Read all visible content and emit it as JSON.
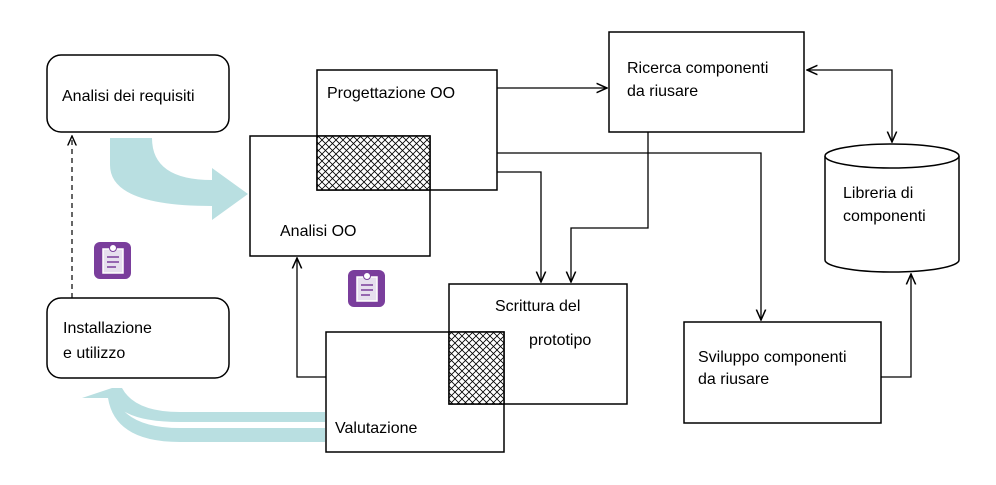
{
  "nodes": {
    "analisi_requisiti": {
      "label": "Analisi dei requisiti"
    },
    "installazione": {
      "lines": [
        "Installazione",
        "e utilizzo"
      ]
    },
    "progettazione_oo": {
      "label": "Progettazione OO"
    },
    "analisi_oo": {
      "label": "Analisi OO"
    },
    "scrittura_prototipo": {
      "lines": [
        "Scrittura del",
        "prototipo"
      ]
    },
    "valutazione": {
      "label": "Valutazione"
    },
    "ricerca_componenti": {
      "lines": [
        "Ricerca componenti",
        "da riusare"
      ]
    },
    "libreria_componenti": {
      "lines": [
        "Libreria di",
        "componenti"
      ]
    },
    "sviluppo_componenti": {
      "lines": [
        "Sviluppo componenti",
        "da riusare"
      ]
    }
  },
  "colors": {
    "wide_arrow": "#b9dfe1",
    "notepad_icon": "#7a3e9c",
    "hatch": "#000000"
  },
  "icons": [
    "notepad-icon",
    "notepad-icon"
  ]
}
